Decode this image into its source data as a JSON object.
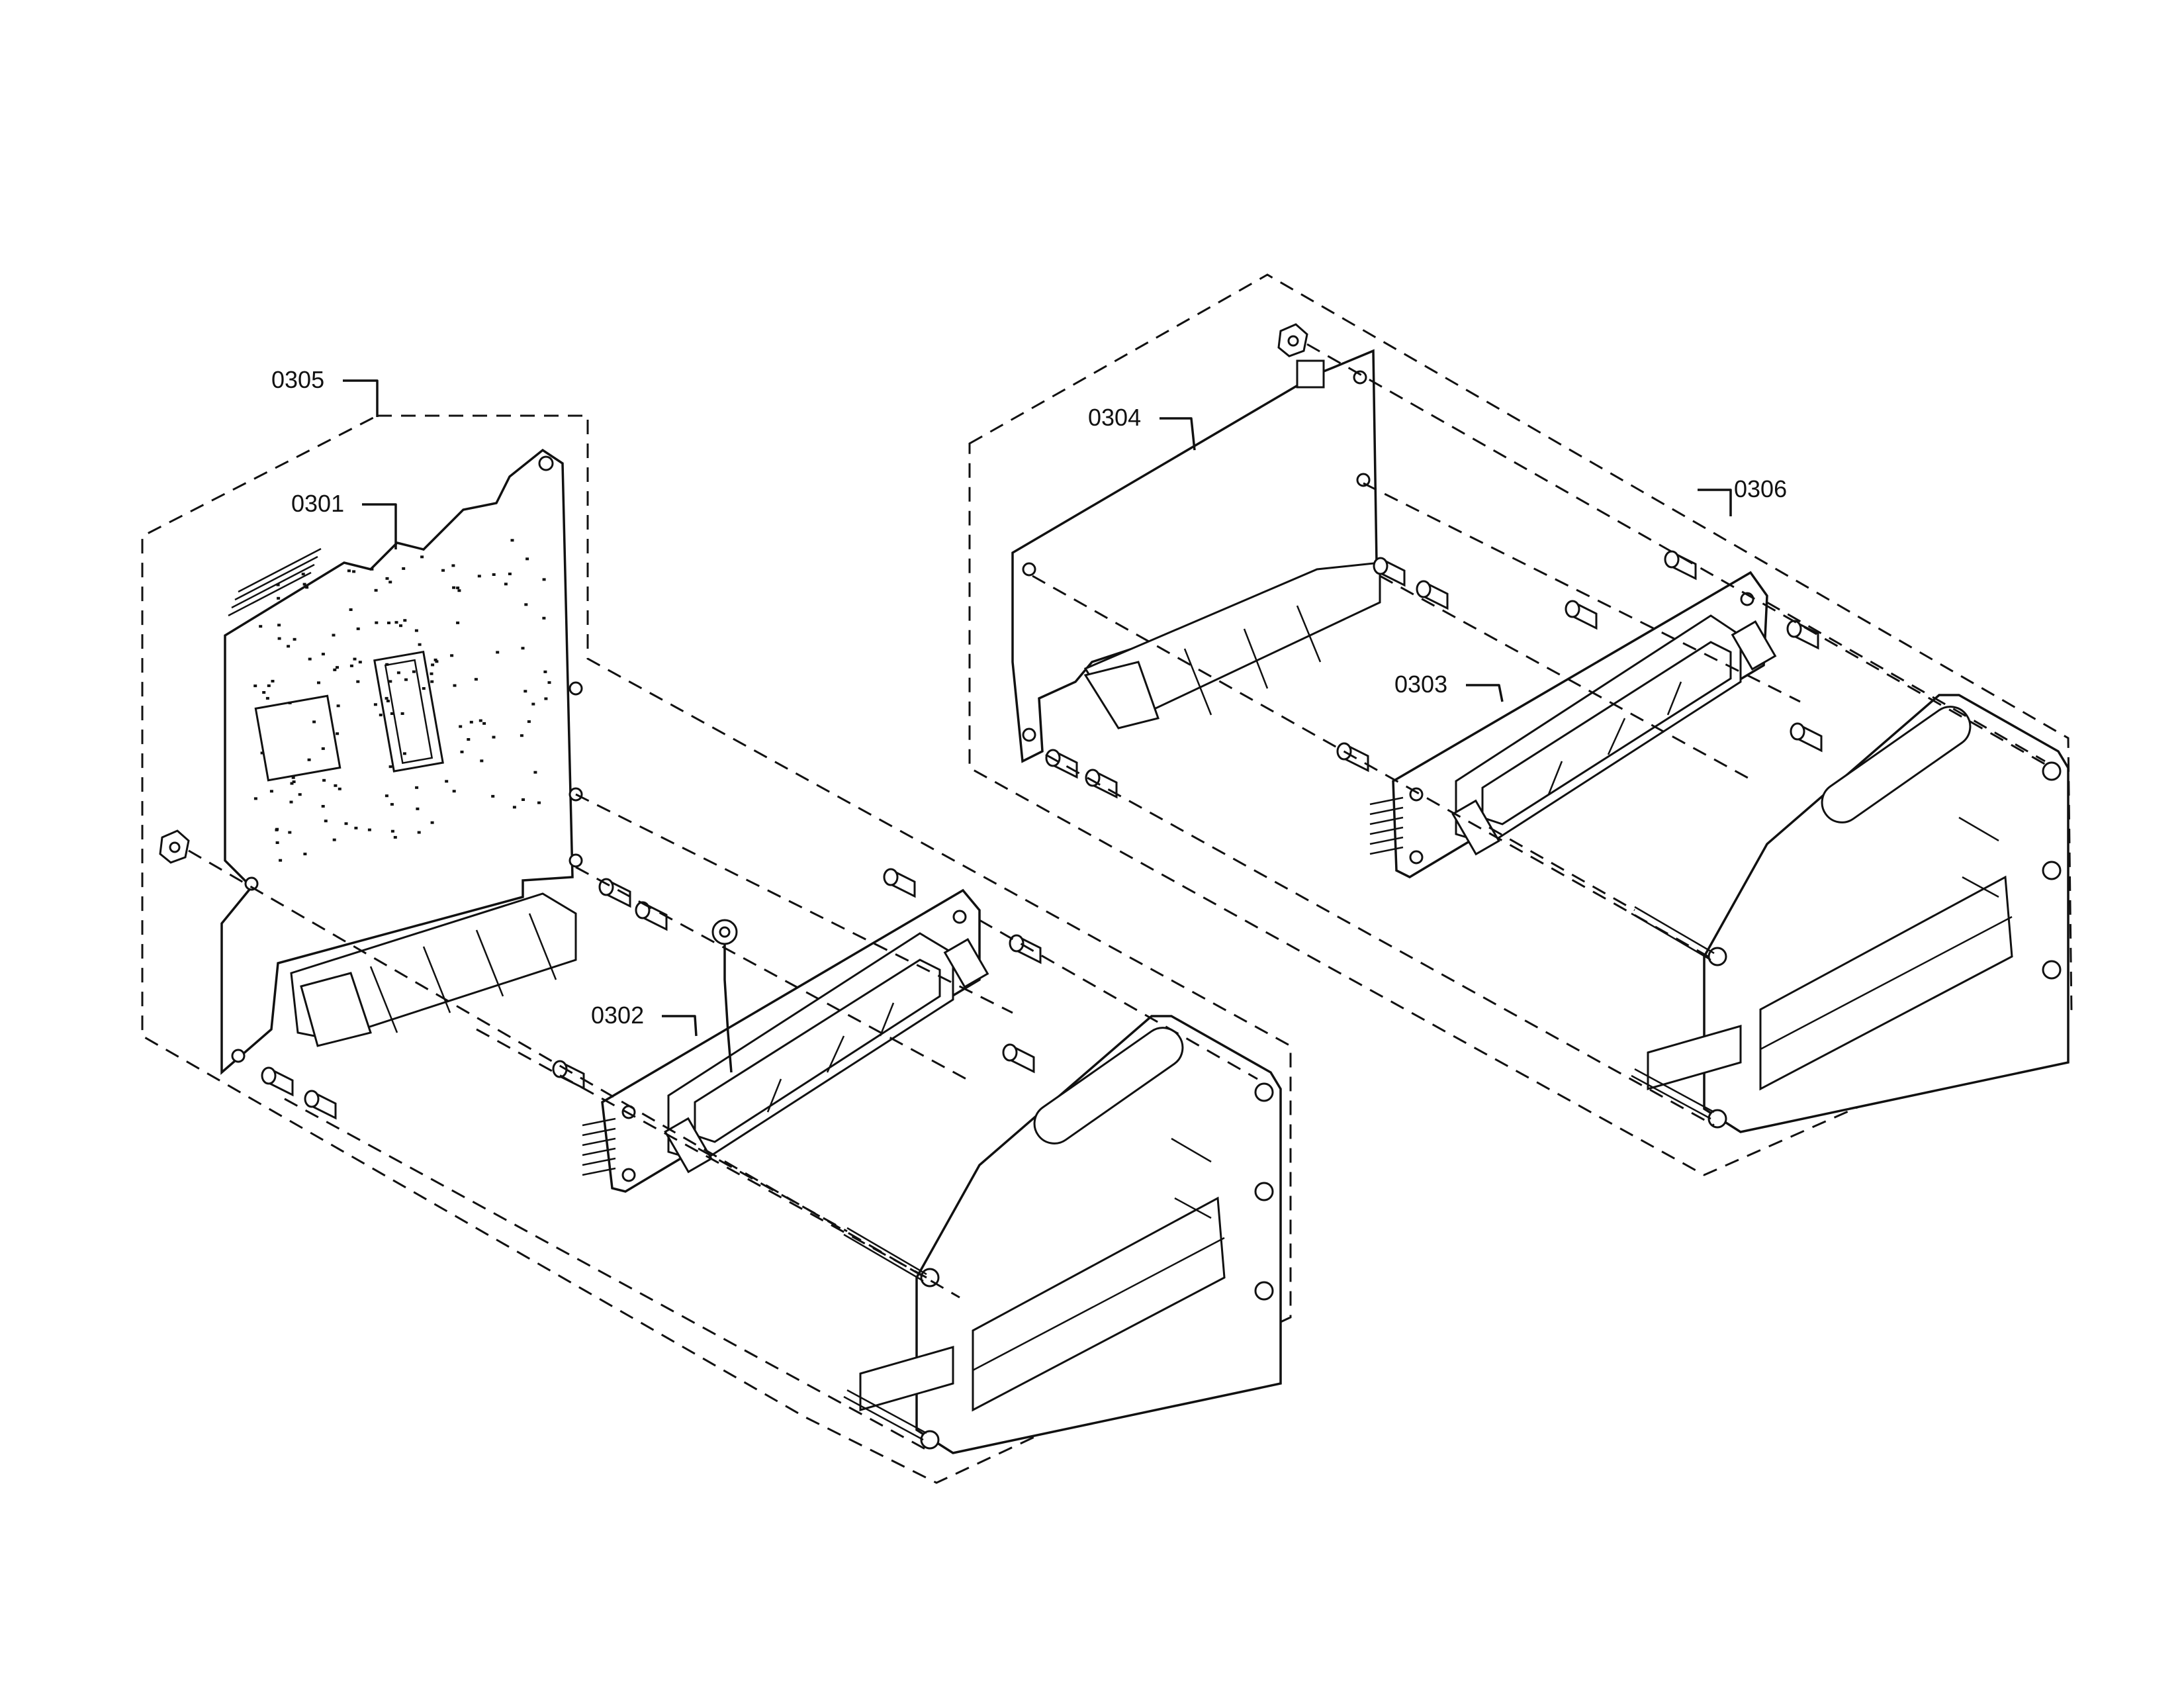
{
  "diagram": {
    "callouts": {
      "c0305": "0305",
      "c0301": "0301",
      "c0302": "0302",
      "c0304": "0304",
      "c0306": "0306",
      "c0303": "0303"
    }
  }
}
